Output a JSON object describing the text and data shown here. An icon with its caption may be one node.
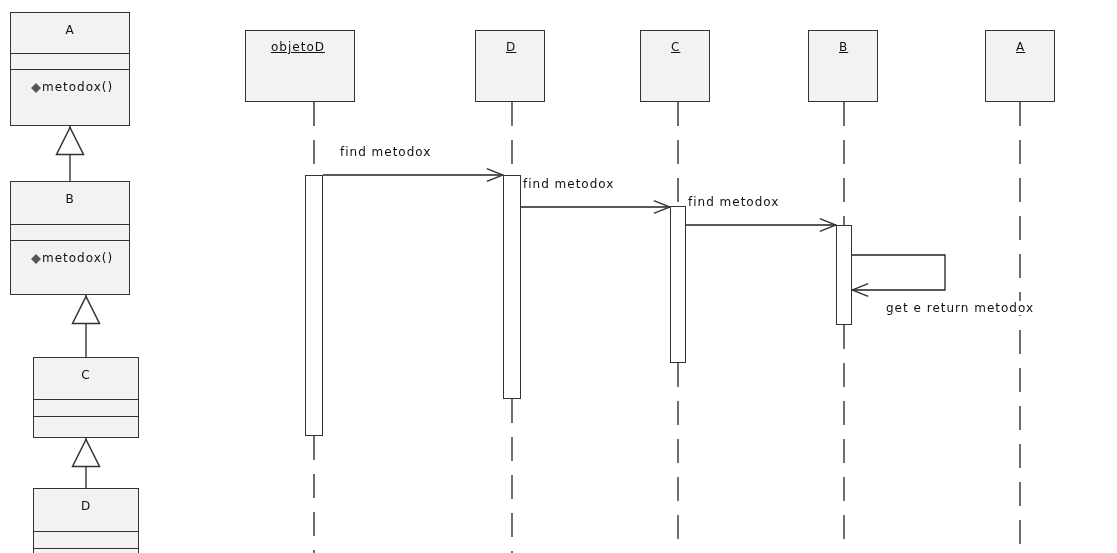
{
  "diagram": {
    "nodes": [
      {
        "text": [
          "A",
          "metodox()"
        ]
      },
      {
        "text": [
          "B",
          "metodox()"
        ]
      },
      {
        "text": [
          "C"
        ]
      },
      {
        "text": [
          "D"
        ]
      },
      {
        "text": [
          "objetoD"
        ]
      },
      {
        "text": [
          "D"
        ]
      },
      {
        "text": [
          "C"
        ]
      },
      {
        "text": [
          "B"
        ]
      },
      {
        "text": [
          "A"
        ]
      },
      {
        "text": [],
        "shape": "bar"
      },
      {
        "text": [],
        "shape": "bar"
      },
      {
        "text": [],
        "shape": "bar"
      },
      {
        "text": [],
        "shape": "bar"
      }
    ],
    "edges": [
      {
        "from": 1,
        "to": 0,
        "arrow": "to"
      },
      {
        "from": 2,
        "to": 1,
        "arrow": "to"
      },
      {
        "from": 3,
        "to": 2,
        "arrow": "to"
      },
      {
        "from": 4,
        "to": 9,
        "arrow": "none",
        "style": "dashed"
      },
      {
        "from": 5,
        "to": 10,
        "arrow": "none",
        "style": "dashed"
      },
      {
        "from": 6,
        "to": 11,
        "arrow": "none",
        "style": "dashed"
      },
      {
        "from": 7,
        "to": 12,
        "arrow": "none",
        "style": "dashed"
      },
      {
        "from": 8,
        "to": null,
        "arrow": "none",
        "style": "dashed"
      },
      {
        "from": 9,
        "to": null,
        "arrow": "none",
        "style": "dashed"
      },
      {
        "from": 10,
        "to": null,
        "arrow": "none",
        "style": "dashed"
      },
      {
        "from": 11,
        "to": null,
        "arrow": "none",
        "style": "dashed"
      },
      {
        "from": 12,
        "to": null,
        "arrow": "none",
        "style": "dashed"
      },
      {
        "from": 9,
        "to": 10,
        "arrow": "to",
        "label": "find metodox"
      },
      {
        "from": 10,
        "to": 11,
        "arrow": "to",
        "label": "find metodox"
      },
      {
        "from": 11,
        "to": 12,
        "arrow": "to",
        "label": "find metodox"
      },
      {
        "from": 12,
        "to": 12,
        "arrow": "to",
        "label": "get e return metodox"
      }
    ]
  }
}
